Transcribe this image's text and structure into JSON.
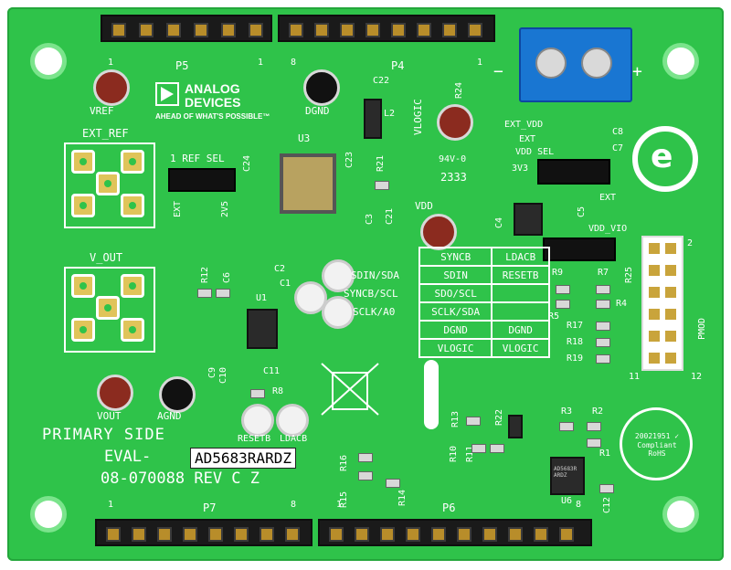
{
  "logo": {
    "line1": "ANALOG",
    "line2": "DEVICES",
    "tagline": "AHEAD OF WHAT'S POSSIBLE™"
  },
  "labels": {
    "vref": "VREF",
    "dgnd_top": "DGND",
    "vlogic": "VLOGIC",
    "r24": "R24",
    "c22": "C22",
    "l2": "L2",
    "ext_ref": "EXT_REF",
    "ref_sel": "1 REF SEL",
    "c24": "C24",
    "u3": "U3",
    "c23": "C23",
    "r21": "R21",
    "c3": "C3",
    "c21": "C21",
    "ext": "EXT",
    "v2v5": "2V5",
    "v_out": "V_OUT",
    "vout": "VOUT",
    "agnd": "AGND",
    "r12": "R12",
    "c6": "C6",
    "c2": "C2",
    "c1": "C1",
    "u1": "U1",
    "c9": "C9",
    "c10": "C10",
    "c11": "C11",
    "r8": "R8",
    "sdin_sda": "SDIN/SDA",
    "syncb_scl": "SYNCB/SCL",
    "sclk_a0": "SCLK/A0",
    "resetb": "RESETB",
    "ldacb": "LDACB",
    "vdd": "VDD",
    "ul": "94V-0",
    "date": "2333",
    "ext_vdd": "EXT_VDD",
    "ext2": "EXT",
    "vdd_sel": "VDD SEL",
    "v3v3": "3V3",
    "c8": "C8",
    "c7": "C7",
    "ext3": "EXT",
    "c4": "C4",
    "c5": "C5",
    "vdd_vio": "VDD_VIO",
    "r25": "R25",
    "pmod": "PMOD",
    "r9": "R9",
    "r7": "R7",
    "r4": "R4",
    "r5": "R5",
    "r17": "R17",
    "r18": "R18",
    "r19": "R19",
    "r13": "R13",
    "r22": "R22",
    "r10": "R10",
    "r11": "R11",
    "r3": "R3",
    "r2": "R2",
    "r1": "R1",
    "u6": "U6",
    "c12": "C12",
    "r16": "R16",
    "r15": "R15",
    "r14": "R14",
    "pin2": "2",
    "pin11": "11",
    "pin12": "12",
    "minus": "−",
    "plus": "+",
    "p5": "P5",
    "p4": "P4",
    "p7": "P7",
    "p6": "P6",
    "p5_n": "1",
    "p4_n": "8",
    "p4_n1": "1",
    "p7_1": "1",
    "p7_8": "8",
    "p6_1": "1",
    "p6_8": "8",
    "primary": "PRIMARY SIDE",
    "eval": "EVAL-",
    "part": "AD5683RARDZ",
    "rev": "08-070088 REV C Z",
    "rohs": "20021951 ✓ Compliant RoHS",
    "chip_u6": "AD5683R ARDZ"
  },
  "pinmap": [
    [
      "SYNCB",
      "LDACB"
    ],
    [
      "SDIN",
      "RESETB"
    ],
    [
      "SDO/SCL",
      ""
    ],
    [
      "SCLK/SDA",
      ""
    ],
    [
      "DGND",
      "DGND"
    ],
    [
      "VLOGIC",
      "VLOGIC"
    ]
  ],
  "colors": {
    "board": "#2fc34a",
    "silk": "#ffffff",
    "header": "#1a1a1a",
    "terminal": "#1976d2",
    "tp_red": "#8b2b1f",
    "tp_black": "#111111",
    "tp_white": "#f2f2f2"
  }
}
